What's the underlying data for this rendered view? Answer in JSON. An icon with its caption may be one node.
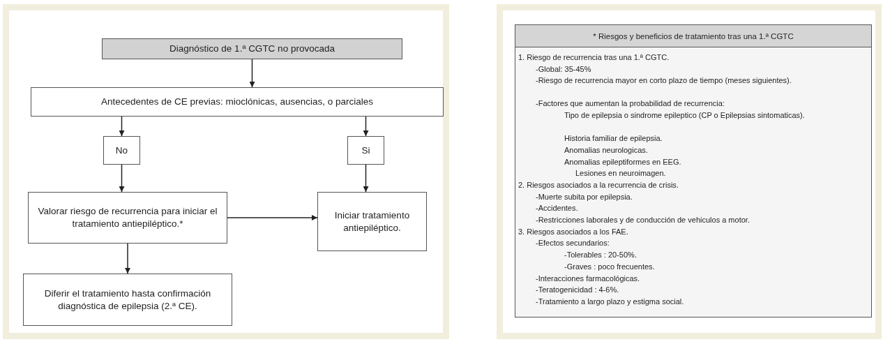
{
  "diagram": {
    "nodes": [
      {
        "text": [
          "Diagnóstico de 1.ª CGTC no provocada"
        ]
      },
      {
        "text": [
          "Antecedentes de CE previas: mioclónicas, ausencias, o parciales"
        ]
      },
      {
        "text": [
          "No"
        ]
      },
      {
        "text": [
          "Si"
        ]
      },
      {
        "text": [
          "Valorar riesgo de recurrencia para iniciar el tratamiento antiepiléptico.*"
        ]
      },
      {
        "text": [
          "Iniciar tratamiento antiepiléptico."
        ]
      },
      {
        "text": [
          "Diferir el tratamiento hasta confirmación diagnóstica de epilepsia (2.ª CE)."
        ]
      },
      {
        "text": [
          "* Riesgos y beneficios de tratamiento tras una 1.ª CGTC",
          "1. Riesgo de recurrencia tras una 1.ª CGTC.",
          "-Global: 35-45%",
          "-Riesgo de recurrencia mayor en corto plazo de tiempo (meses siguientes).",
          "-Factores que aumentan la probabilidad de recurrencia:",
          "Tipo de epilepsia o sindrome epileptico (CP o Epilepsias sintomaticas).",
          "Historia familiar de epilepsia.",
          "Anomalias neurologicas.",
          "Anomalias epileptiformes en EEG.",
          "Lesiones en neuroimagen.",
          "2. Riesgos asociados a la recurrencia de crisis.",
          "-Muerte subita por epilepsia.",
          "-Accidentes.",
          "-Restricciones laborales y de conducción de vehiculos a motor.",
          "3. Riesgos asociados a los FAE.",
          "-Efectos secundarios:",
          "-Tolerables : 20-50%.",
          "-Graves : poco frecuentes.",
          "-Interacciones farmacológicas.",
          "-Teratogenicidad : 4-6%.",
          "-Tratamiento a largo plazo y estigma social."
        ]
      }
    ],
    "edges": [
      {
        "from": 0,
        "to": 1,
        "arrow": "to"
      },
      {
        "from": 1,
        "to": 2,
        "arrow": "to"
      },
      {
        "from": 1,
        "to": 3,
        "arrow": "to"
      },
      {
        "from": 2,
        "to": 4,
        "arrow": "to"
      },
      {
        "from": 3,
        "to": 5,
        "arrow": "to"
      },
      {
        "from": 4,
        "to": 5,
        "arrow": "to"
      },
      {
        "from": 4,
        "to": 6,
        "arrow": "to"
      }
    ]
  }
}
